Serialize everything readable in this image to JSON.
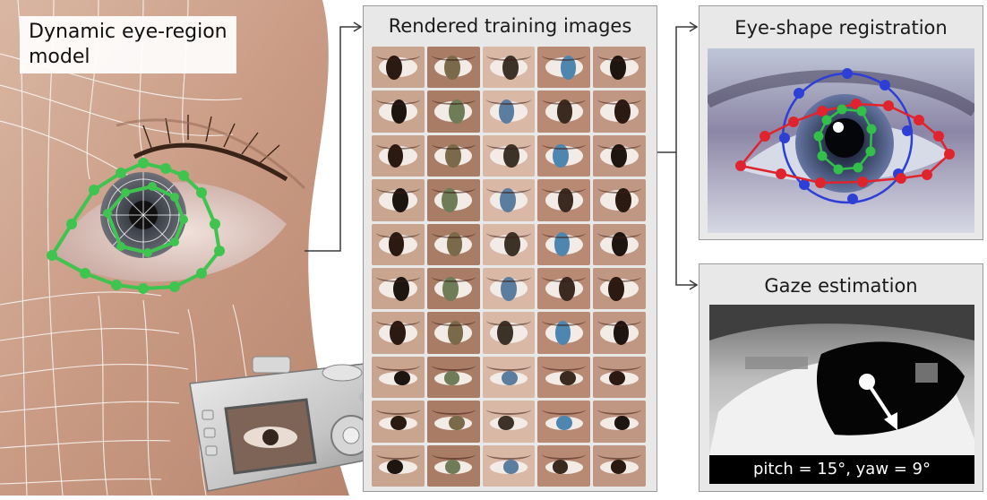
{
  "model": {
    "label_line1": "Dynamic eye-region",
    "label_line2": "model"
  },
  "rendered": {
    "title": "Rendered training images"
  },
  "registration": {
    "title": "Eye-shape registration"
  },
  "gaze": {
    "title": "Gaze estimation",
    "readout": "pitch = 15°, yaw = 9°"
  },
  "colors": {
    "mesh_green": "#3fc44f",
    "landmark_red": "#e0242e",
    "landmark_blue": "#2e3fd6",
    "landmark_green": "#33c04a",
    "arrow": "#333333"
  },
  "icons": {
    "camera": "camera-icon"
  }
}
